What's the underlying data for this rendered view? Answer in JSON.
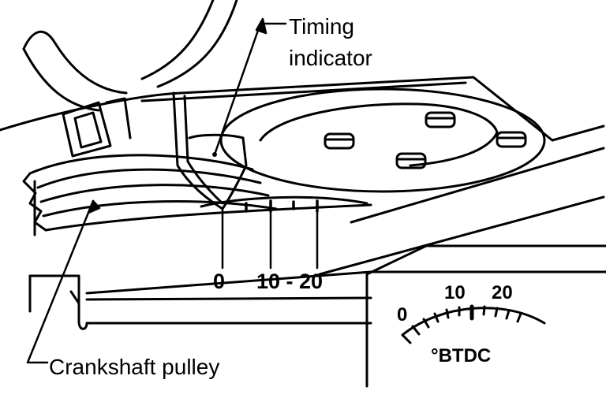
{
  "labels": {
    "timing_indicator_line1": "Timing",
    "timing_indicator_line2": "indicator",
    "crankshaft_pulley": "Crankshaft  pulley"
  },
  "scale": {
    "zero": "0",
    "ten_twenty": "10 - 20"
  },
  "inset": {
    "tick_0": "0",
    "tick_10": "10",
    "tick_20": "20",
    "unit": "°BTDC"
  },
  "colors": {
    "ink": "#000000",
    "paper": "#ffffff"
  }
}
